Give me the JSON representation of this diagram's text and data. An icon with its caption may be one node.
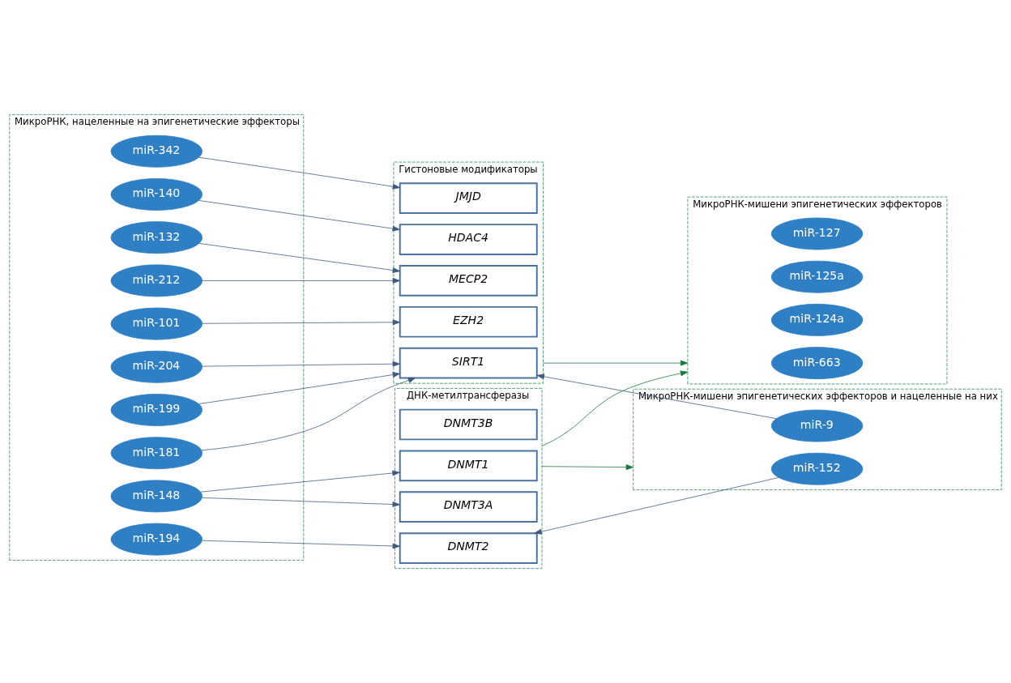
{
  "diagram": {
    "nodes": [
      {
        "text": [
          "МикроРНК, нацеленные на эпигенетические эффекторы"
        ]
      },
      {
        "text": [
          "miR-194"
        ],
        "in": 0
      },
      {
        "text": [
          "miR-148"
        ],
        "in": 0
      },
      {
        "text": [
          "miR-181"
        ],
        "in": 0
      },
      {
        "text": [
          "miR-199"
        ],
        "in": 0
      },
      {
        "text": [
          "miR-204"
        ],
        "in": 0
      },
      {
        "text": [
          "miR-101"
        ],
        "in": 0
      },
      {
        "text": [
          "miR-212"
        ],
        "in": 0
      },
      {
        "text": [
          "miR-132"
        ],
        "in": 0
      },
      {
        "text": [
          "miR-140"
        ],
        "in": 0
      },
      {
        "text": [
          "miR-342"
        ],
        "in": 0
      },
      {
        "text": [
          "ДНК-метилтрансферазы"
        ]
      },
      {
        "text": [
          "DNMT1"
        ],
        "in": 11
      },
      {
        "text": [
          "DNMT2"
        ],
        "in": 11
      },
      {
        "text": [
          "DNMT3A"
        ],
        "in": 11
      },
      {
        "text": [
          "DNMT3B"
        ],
        "in": 11
      },
      {
        "text": [
          "Гистоновые модификаторы"
        ]
      },
      {
        "text": [
          "SIRT1"
        ],
        "in": 16
      },
      {
        "text": [
          "EZH2"
        ],
        "in": 16
      },
      {
        "text": [
          "MECP2"
        ],
        "in": 16
      },
      {
        "text": [
          "HDAC4"
        ],
        "in": 16
      },
      {
        "text": [
          "JMJD"
        ],
        "in": 16
      },
      {
        "text": [
          "МикроРНК-мишени эпигенетических эффекторов"
        ]
      },
      {
        "text": [
          "miR-663"
        ],
        "in": 22
      },
      {
        "text": [
          "miR-124a"
        ],
        "in": 22
      },
      {
        "text": [
          "miR-125a"
        ],
        "in": 22
      },
      {
        "text": [
          "miR-127"
        ],
        "in": 22
      },
      {
        "text": [
          "МикроРНК-мишени эпигенетических эффекторов и нацеленные на них"
        ]
      },
      {
        "text": [
          "miR-152"
        ],
        "in": 27
      },
      {
        "text": [
          "miR-9"
        ],
        "in": 27
      }
    ],
    "edges": [
      {
        "from": 1,
        "to": 13,
        "arrow": "to"
      },
      {
        "from": 2,
        "to": 12,
        "arrow": "to"
      },
      {
        "from": 2,
        "to": 14,
        "arrow": "to"
      },
      {
        "from": 3,
        "to": 17,
        "arrow": "to"
      },
      {
        "from": 4,
        "to": 17,
        "arrow": "to"
      },
      {
        "from": 5,
        "to": 17,
        "arrow": "to"
      },
      {
        "from": 6,
        "to": 18,
        "arrow": "to"
      },
      {
        "from": 7,
        "to": 19,
        "arrow": "to"
      },
      {
        "from": 8,
        "to": 19,
        "arrow": "to"
      },
      {
        "from": 9,
        "to": 20,
        "arrow": "to"
      },
      {
        "from": 10,
        "to": 21,
        "arrow": "to"
      },
      {
        "from": 11,
        "to": 22,
        "arrow": "to",
        "color": "#1a7a3e"
      },
      {
        "from": 11,
        "to": 27,
        "arrow": "to",
        "color": "#1a7a3e"
      },
      {
        "from": 16,
        "to": 22,
        "arrow": "to",
        "color": "#1a7a3e"
      },
      {
        "from": 28,
        "to": 13,
        "arrow": "to"
      },
      {
        "from": 29,
        "to": 17,
        "arrow": "to"
      }
    ]
  }
}
